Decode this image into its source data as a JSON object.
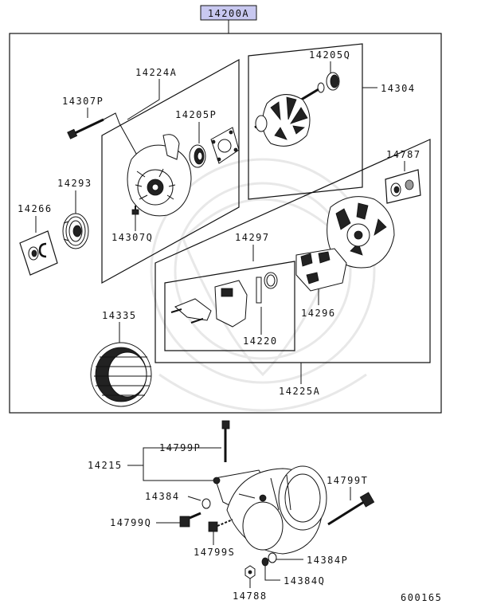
{
  "assembly_label": "14200A",
  "accent_color": "#c8c8f0",
  "labels": {
    "p14224A": "14224A",
    "p14307P": "14307P",
    "p14205P": "14205P",
    "p14205Q": "14205Q",
    "p14304": "14304",
    "p14293": "14293",
    "p14266": "14266",
    "p14307Q": "14307Q",
    "p14787": "14787",
    "p14297": "14297",
    "p14296": "14296",
    "p14220": "14220",
    "p14335": "14335",
    "p14225A": "14225A",
    "p14215": "14215",
    "p14799P": "14799P",
    "p14799T": "14799T",
    "p14384": "14384",
    "p14799Q": "14799Q",
    "p14799S": "14799S",
    "p14384P": "14384P",
    "p14384Q": "14384Q",
    "p14788": "14788"
  },
  "figure_number": "600165"
}
